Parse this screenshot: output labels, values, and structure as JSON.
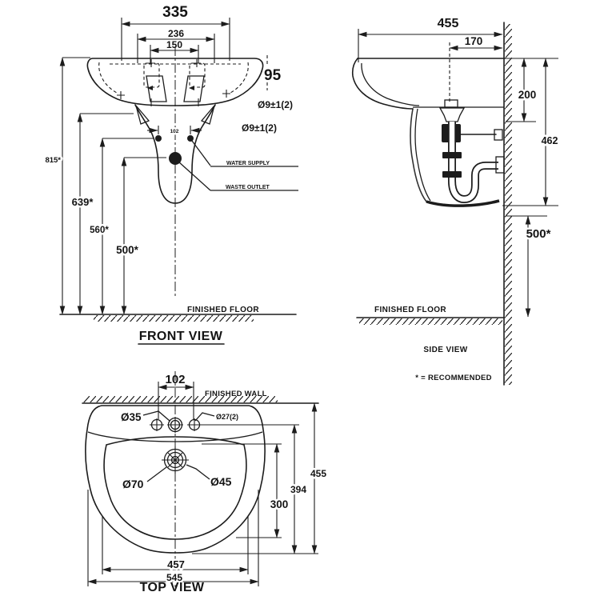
{
  "drawing": {
    "front": {
      "title": "FRONT VIEW",
      "dim_335": "335",
      "dim_236": "236",
      "dim_150": "150",
      "dim_95": "95",
      "note_d9_1": "Ø9±1(2)",
      "note_d9_2": "Ø9±1(2)",
      "dim_102": "102",
      "dim_815": "815*",
      "dim_639": "639*",
      "dim_560": "560*",
      "dim_500": "500*",
      "water_supply": "WATER SUPPLY",
      "waste_outlet": "WASTE OUTLET",
      "finished_floor": "FINISHED FLOOR"
    },
    "side": {
      "title": "SIDE VIEW",
      "dim_455": "455",
      "dim_170": "170",
      "dim_200": "200",
      "dim_462": "462",
      "dim_500": "500*",
      "finished_floor": "FINISHED FLOOR",
      "footnote": "* = RECOMMENDED"
    },
    "top": {
      "title": "TOP VIEW",
      "dim_102": "102",
      "finished_wall": "FINISHED WALL",
      "dia_35": "Ø35",
      "dia_27": "Ø27(2)",
      "dia_70": "Ø70",
      "dia_45": "Ø45",
      "dim_300": "300",
      "dim_394": "394",
      "dim_455": "455",
      "dim_457": "457",
      "dim_545": "545"
    },
    "colors": {
      "ink": "#1c1c1c",
      "background": "#ffffff"
    }
  }
}
